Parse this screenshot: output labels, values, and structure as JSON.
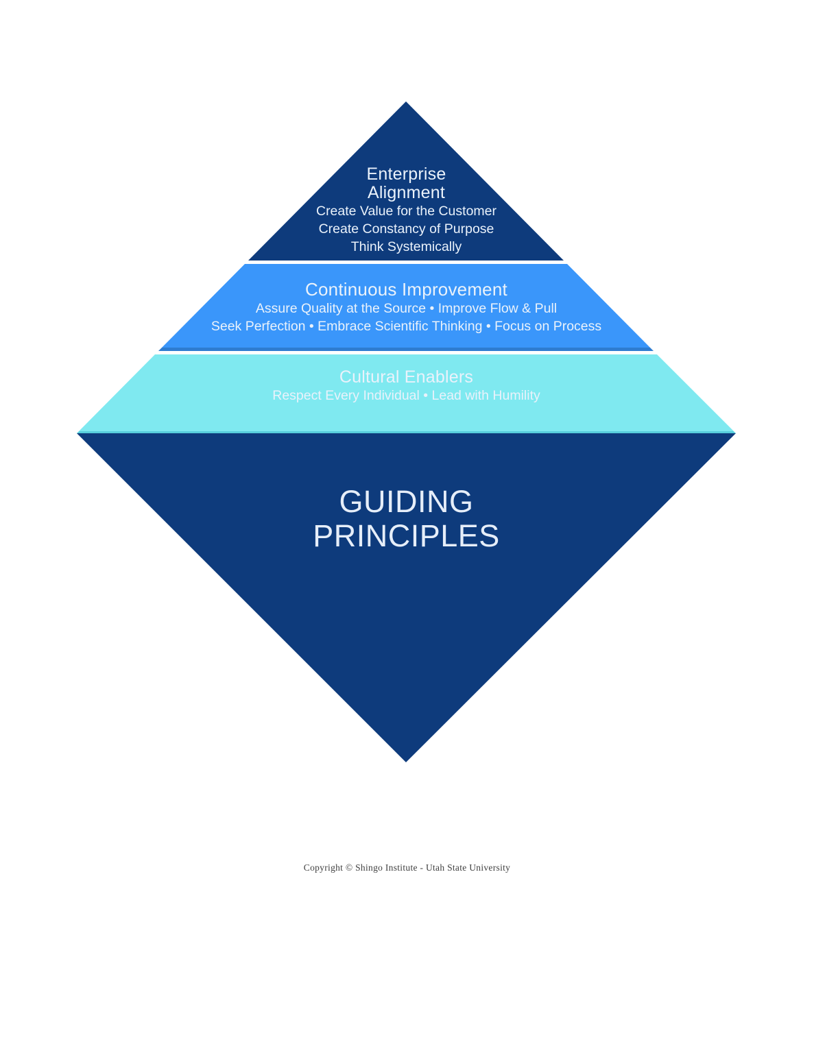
{
  "diagram": {
    "tiers": [
      {
        "id": "enterprise-alignment",
        "color": "#0e3b7c",
        "title_lines": [
          "Enterprise",
          "Alignment"
        ],
        "principle_lines": [
          "Create Value for the Customer",
          "Create Constancy of Purpose",
          "Think Systemically"
        ]
      },
      {
        "id": "continuous-improvement",
        "color": "#3a96fa",
        "title_lines": [
          "Continuous Improvement"
        ],
        "principle_lines": [
          "Assure Quality at the Source • Improve Flow & Pull",
          "Seek Perfection • Embrace Scientific Thinking • Focus on Process"
        ]
      },
      {
        "id": "cultural-enablers",
        "color": "#7fe9f0",
        "title_lines": [
          "Cultural Enablers"
        ],
        "principle_lines": [
          "Respect Every Individual • Lead with Humility"
        ]
      },
      {
        "id": "guiding-principles",
        "color": "#0e3b7c",
        "title_lines": [
          "GUIDING",
          "PRINCIPLES"
        ],
        "principle_lines": []
      }
    ],
    "colors": {
      "background": "#ffffff",
      "text": "#eaf2fb",
      "tier2_bottom_edge": "#2e7cd0",
      "tier3_bottom_edge": "#58cfdd",
      "copyright_text": "#404040"
    },
    "footer": {
      "copyright": "Copyright © Shingo Institute - Utah State University"
    }
  }
}
